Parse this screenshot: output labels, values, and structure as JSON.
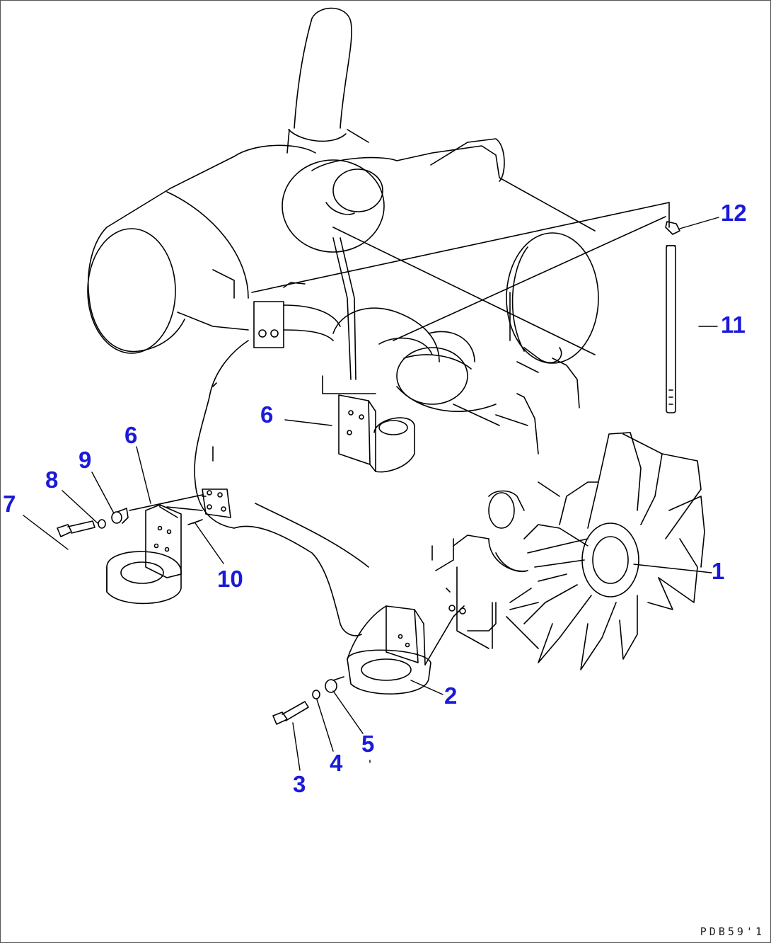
{
  "callouts": {
    "c1": "1",
    "c2": "2",
    "c3": "3",
    "c4": "4",
    "c5": "5",
    "c6a": "6",
    "c6b": "6",
    "c7": "7",
    "c8": "8",
    "c9": "9",
    "c10": "10",
    "c11": "11",
    "c12": "12"
  },
  "footer": {
    "code": "PDB59'1"
  },
  "colors": {
    "callout": "#1a1ad8",
    "line": "#000000"
  }
}
